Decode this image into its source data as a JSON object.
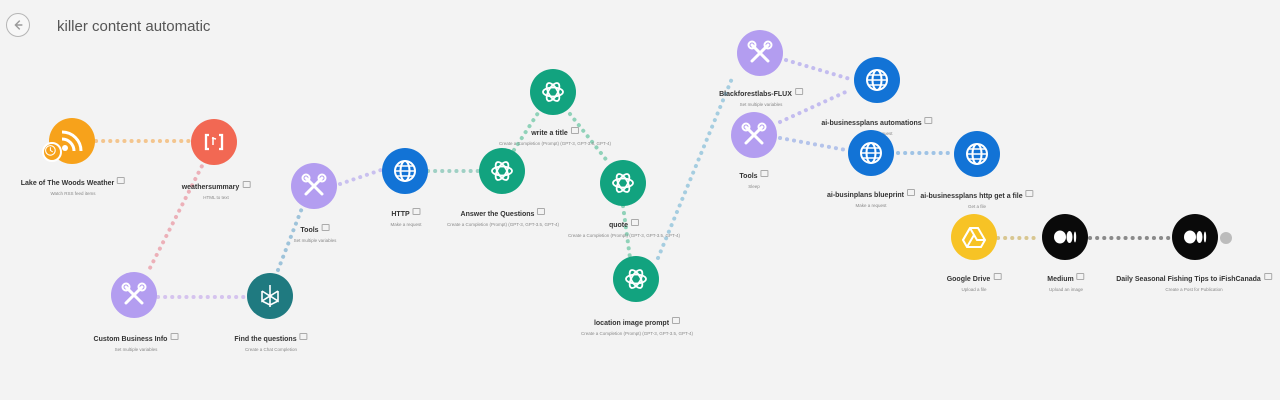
{
  "header": {
    "title": "killer content automatic"
  },
  "nodes": [
    {
      "id": "rss",
      "title": "Lake of The Woods Weather",
      "subtitle": "Watch RSS feed items",
      "icon": "rss-icon"
    },
    {
      "id": "weather",
      "title": "weathersummary",
      "subtitle": "HTML to text",
      "icon": "json-icon"
    },
    {
      "id": "custom",
      "title": "Custom Business Info",
      "subtitle": "Set multiple variables",
      "icon": "wrench-icon"
    },
    {
      "id": "find",
      "title": "Find the questions",
      "subtitle": "Create a Chat Completion",
      "icon": "perplexity-icon"
    },
    {
      "id": "tools1",
      "title": "Tools",
      "subtitle": "Set multiple variables",
      "icon": "wrench-icon"
    },
    {
      "id": "http",
      "title": "HTTP",
      "subtitle": "Make a request",
      "icon": "globe-icon"
    },
    {
      "id": "answer",
      "title": "Answer the Questions",
      "subtitle": "Create a Completion (Prompt) (GPT-3, GPT-3.5, GPT-4)",
      "icon": "openai-icon"
    },
    {
      "id": "title",
      "title": "write a title",
      "subtitle": "Create a Completion (Prompt) (GPT-3, GPT-3.5, GPT-4)",
      "icon": "openai-icon"
    },
    {
      "id": "quote",
      "title": "quote",
      "subtitle": "Create a Completion (Prompt) (GPT-3, GPT-3.5, GPT-4)",
      "icon": "openai-icon"
    },
    {
      "id": "location",
      "title": "location image prompt",
      "subtitle": "Create a Completion (Prompt) (GPT-3, GPT-3.5, GPT-4)",
      "icon": "openai-icon"
    },
    {
      "id": "flux",
      "title": "Blackforestlabs-FLUX",
      "subtitle": "Set multiple variables",
      "icon": "wrench-icon"
    },
    {
      "id": "tools2",
      "title": "Tools",
      "subtitle": "Sleep",
      "icon": "wrench-icon"
    },
    {
      "id": "automations",
      "title": "ai-businessplans automations",
      "subtitle": "Make a request",
      "icon": "globe-icon"
    },
    {
      "id": "blueprint",
      "title": "ai-businplans blueprint",
      "subtitle": "Make a request",
      "icon": "globe-icon"
    },
    {
      "id": "getfile",
      "title": "ai-businessplans http get a file",
      "subtitle": "Get a file",
      "icon": "globe-icon"
    },
    {
      "id": "gdrive",
      "title": "Google Drive",
      "subtitle": "Upload a file",
      "icon": "google-drive-icon"
    },
    {
      "id": "medium",
      "title": "Medium",
      "subtitle": "Upload an image",
      "icon": "medium-icon"
    },
    {
      "id": "fishing",
      "title": "Daily Seasonal Fishing Tips to iFishCanada",
      "subtitle": "Create a Post for Publication",
      "icon": "medium-icon"
    }
  ]
}
